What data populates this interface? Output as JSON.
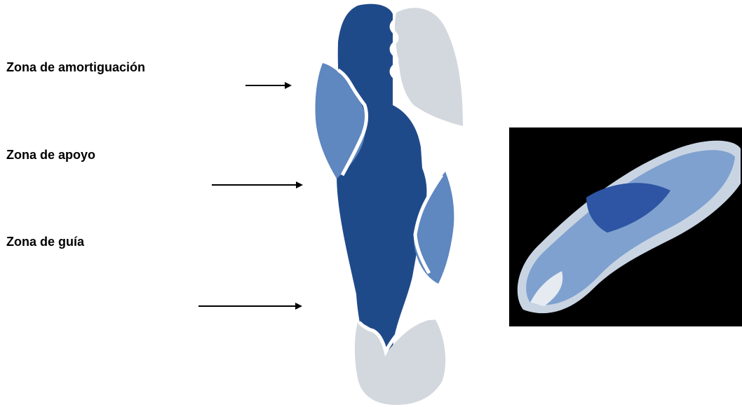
{
  "labels": {
    "cushioning": "Zona de amortiguación",
    "support": "Zona de apoyo",
    "guide": "Zona de guía"
  },
  "colors": {
    "dark_blue": "#1f4a8a",
    "mid_blue": "#5f87c0",
    "light_gray": "#d3d8de",
    "photo_bg": "#000000"
  },
  "icons": [
    "right-arrow-icon",
    "insole-diagram",
    "insole-photo"
  ]
}
